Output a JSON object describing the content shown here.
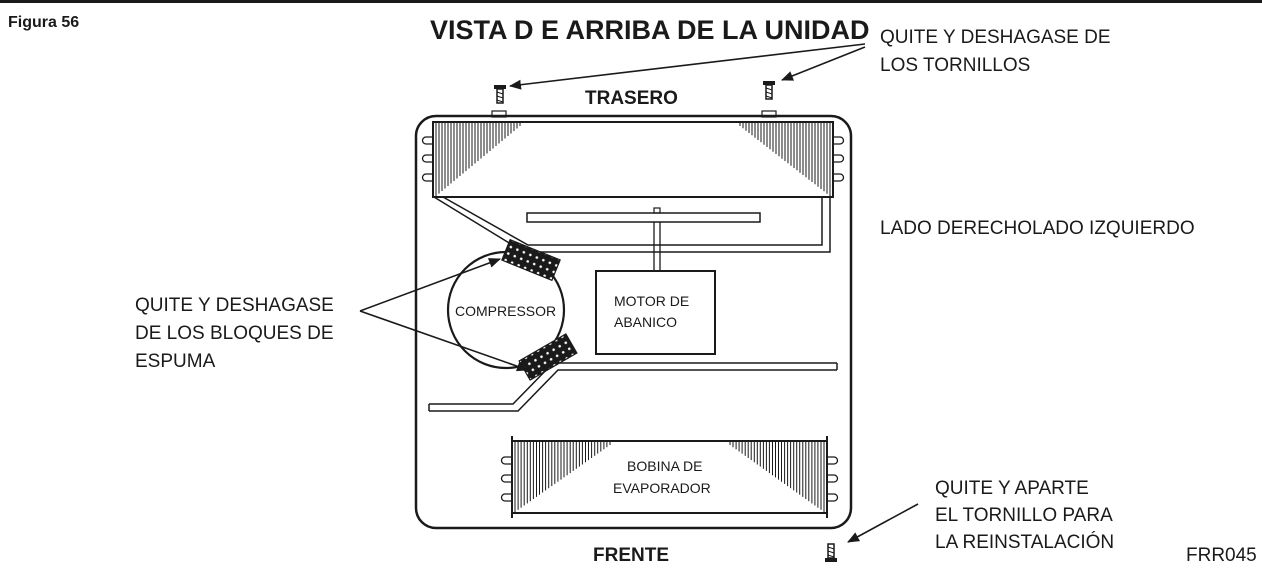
{
  "figure": {
    "label": "Figura 56",
    "title": "VISTA D E ARRIBA DE LA UNIDAD",
    "code": "FRR045"
  },
  "labels": {
    "rear": "TRASERO",
    "front": "FRENTE",
    "sides": "LADO DERECHOLADO IZQUIERDO"
  },
  "callouts": {
    "top_screws": [
      "QUITE Y DESHAGASE DE",
      "LOS TORNILLOS"
    ],
    "foam_blocks": [
      "QUITE Y DESHAGASE",
      "DE LOS BLOQUES DE",
      "ESPUMA"
    ],
    "front_screw": [
      "QUITE Y APARTE",
      "EL TORNILLO PARA",
      "LA REINSTALACIÓN"
    ]
  },
  "components": {
    "compressor": "COMPRESSOR",
    "fan_motor": [
      "MOTOR DE",
      "ABANICO"
    ],
    "evaporator": [
      "BOBINA DE",
      "EVAPORADOR"
    ]
  },
  "colors": {
    "ink": "#1a1a1a",
    "paper": "#ffffff"
  }
}
